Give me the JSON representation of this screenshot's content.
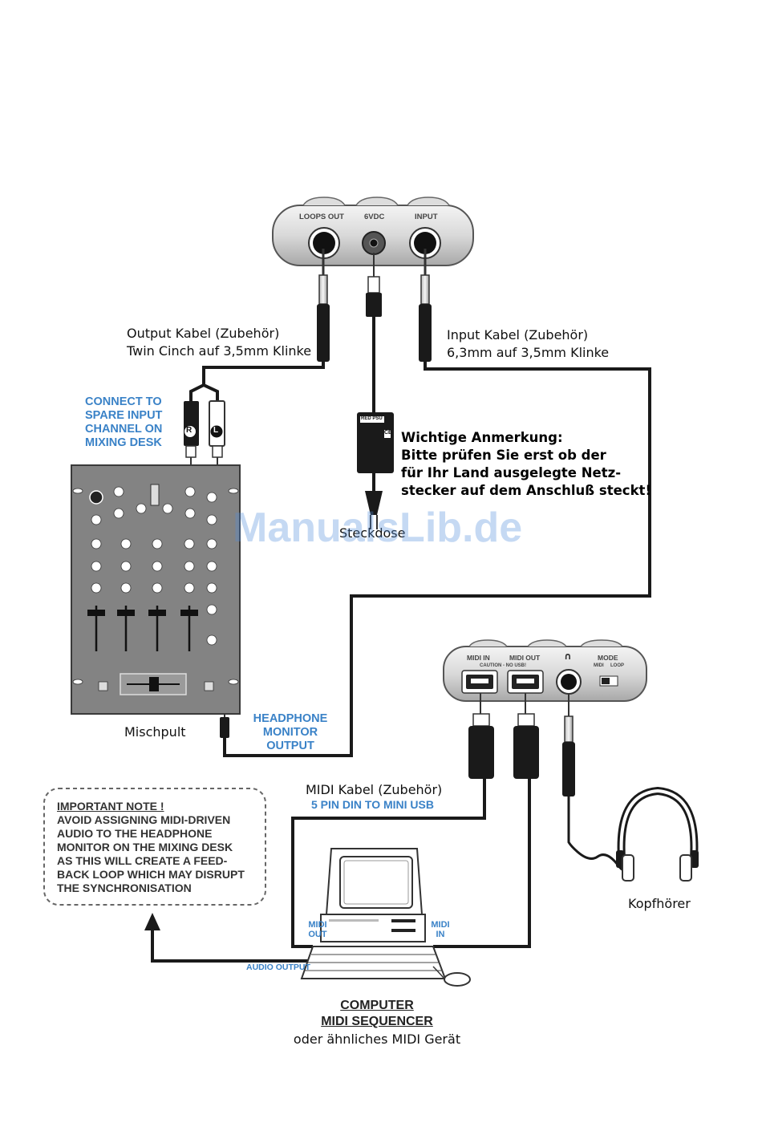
{
  "looper_top": {
    "jack_loops_out": "LOOPS OUT",
    "jack_power": "6VDC",
    "jack_input": "INPUT"
  },
  "labels": {
    "output_cable_line1": "Output Kabel (Zubehör)",
    "output_cable_line2": "Twin Cinch auf 3,5mm Klinke",
    "input_cable_line1": "Input Kabel (Zubehör)",
    "input_cable_line2": "6,3mm auf 3,5mm Klinke",
    "connect_lines": [
      "CONNECT TO",
      "SPARE INPUT",
      "CHANNEL ON",
      "MIXING DESK"
    ],
    "plug_r": "R",
    "plug_l": "L",
    "psu_brand": "RED PSU",
    "psu_mark": "CE",
    "steckdose": "Steckdose",
    "mischpult": "Mischpult",
    "headphone_lines": [
      "HEADPHONE",
      "MONITOR",
      "OUTPUT"
    ],
    "midi_cable": "MIDI Kabel (Zubehör)",
    "midi_cable_blue": "5 PIN DIN TO MINI USB",
    "kopfhoerer": "Kopfhörer",
    "computer_midi_out": [
      "MIDI",
      "OUT"
    ],
    "computer_midi_in": [
      "MIDI",
      "IN"
    ],
    "audio_output": "AUDIO OUTPUT",
    "computer_line1": "COMPUTER",
    "computer_line2": "MIDI SEQUENCER",
    "computer_line3": "oder ähnliches MIDI Gerät",
    "watermark": "ManualsLib.de"
  },
  "notice": {
    "lines": [
      "Wichtige Anmerkung:",
      "Bitte prüfen Sie erst ob der",
      "für Ihr Land ausgelegte Netz-",
      "stecker auf dem Anschluß steckt!"
    ]
  },
  "important_note": {
    "lines": [
      "IMPORTANT NOTE !",
      "AVOID ASSIGNING MIDI-DRIVEN",
      "AUDIO TO THE HEADPHONE",
      "MONITOR ON THE MIXING DESK",
      "AS THIS WILL CREATE A FEED-",
      "BACK LOOP WHICH MAY DISRUPT",
      "THE SYNCHRONISATION"
    ]
  },
  "looper_side": {
    "midi_in": "MIDI IN",
    "midi_out": "MIDI OUT",
    "caution": "CAUTION - NO USB!",
    "headphone_symbol": "∩",
    "mode": "MODE",
    "mode_midi": "MIDI",
    "mode_loop": "LOOP"
  }
}
